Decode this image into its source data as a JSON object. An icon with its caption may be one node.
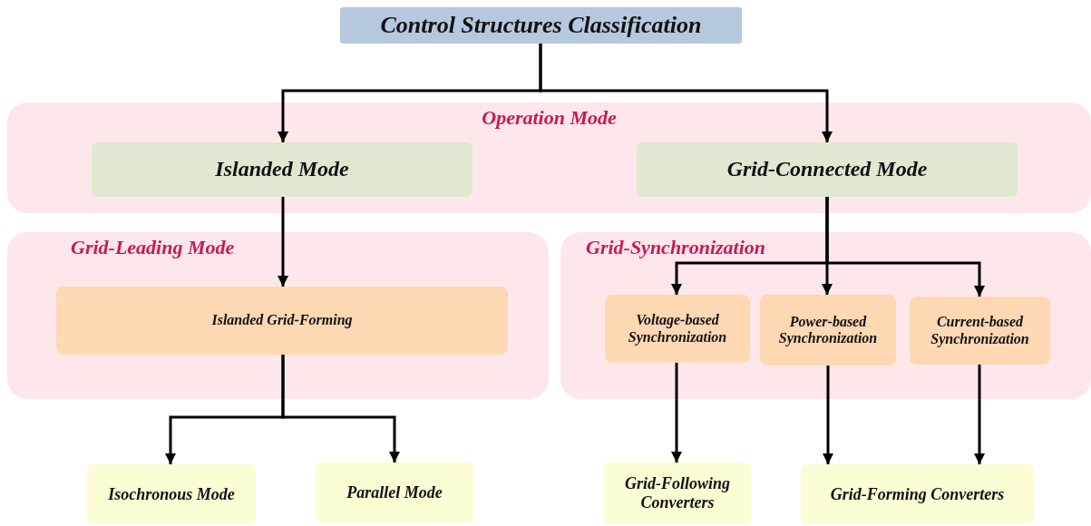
{
  "diagram": {
    "nodes": [
      {
        "text": [
          "Control Structures Classification"
        ]
      },
      {
        "text": [
          "Operation Mode"
        ]
      },
      {
        "text": [
          "Islanded Mode"
        ],
        "in": 1
      },
      {
        "text": [
          "Grid-Connected Mode"
        ],
        "in": 1
      },
      {
        "text": [
          "Grid-Leading Mode"
        ]
      },
      {
        "text": [
          "Islanded Grid-Forming"
        ],
        "in": 4
      },
      {
        "text": [
          "Grid-Synchronization"
        ]
      },
      {
        "text": [
          "Voltage-based Synchronization"
        ],
        "in": 6
      },
      {
        "text": [
          "Power-based Synchronization"
        ],
        "in": 6
      },
      {
        "text": [
          "Current-based Synchronization"
        ],
        "in": 6
      },
      {
        "text": [
          "Isochronous Mode"
        ]
      },
      {
        "text": [
          "Parallel Mode"
        ]
      },
      {
        "text": [
          "Grid-Following Converters"
        ]
      },
      {
        "text": [
          "Grid-Forming Converters"
        ]
      }
    ],
    "edges": [
      {
        "from": 0,
        "to": 2,
        "arrow": "to"
      },
      {
        "from": 0,
        "to": 3,
        "arrow": "to"
      },
      {
        "from": 2,
        "to": 5,
        "arrow": "to"
      },
      {
        "from": 5,
        "to": 10,
        "arrow": "to"
      },
      {
        "from": 5,
        "to": 11,
        "arrow": "to"
      },
      {
        "from": 3,
        "to": 7,
        "arrow": "to"
      },
      {
        "from": 3,
        "to": 8,
        "arrow": "to"
      },
      {
        "from": 3,
        "to": 9,
        "arrow": "to"
      },
      {
        "from": 7,
        "to": 12,
        "arrow": "to"
      },
      {
        "from": 8,
        "to": 13,
        "arrow": "to"
      },
      {
        "from": 9,
        "to": 13,
        "arrow": "to"
      }
    ]
  }
}
